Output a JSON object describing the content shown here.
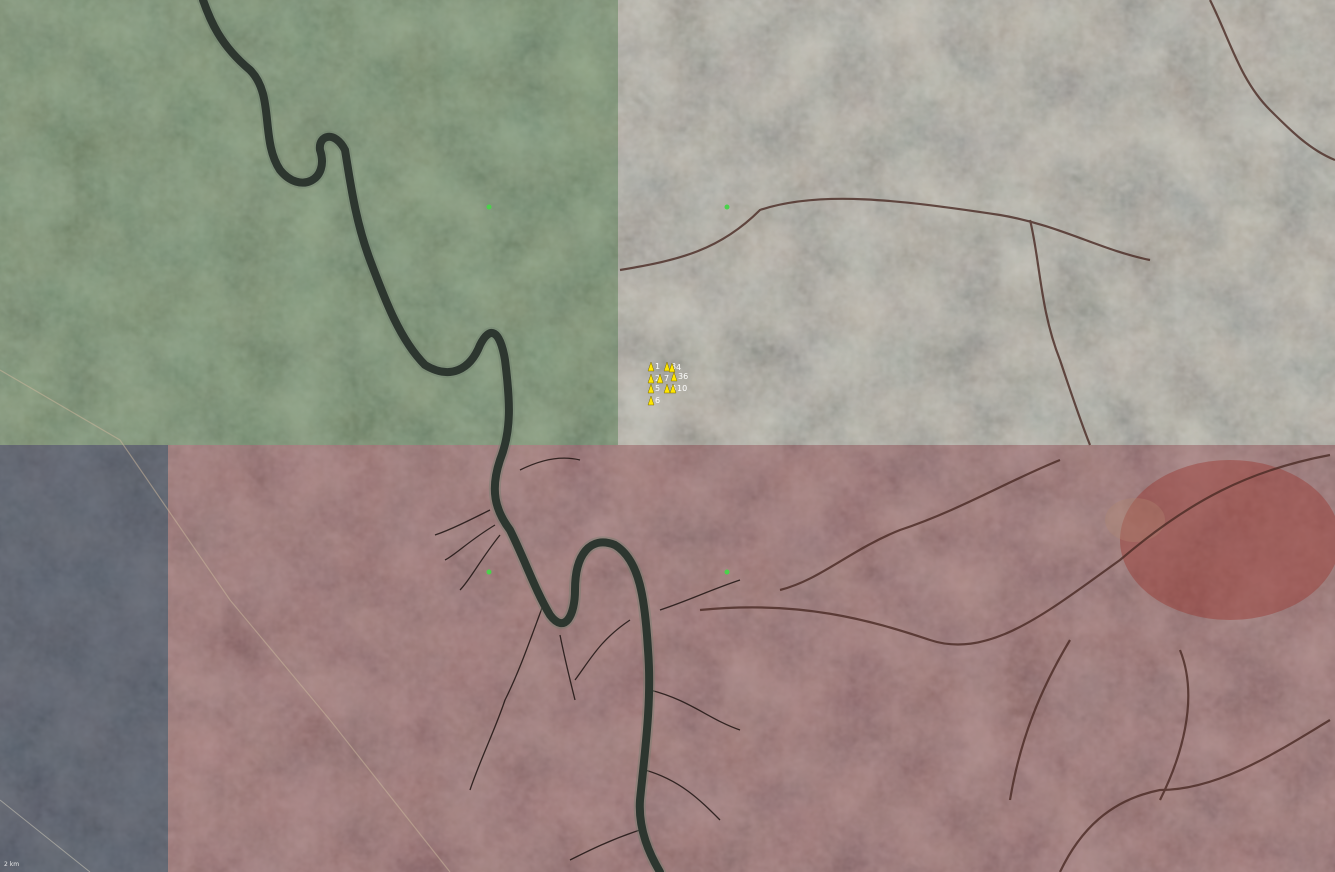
{
  "map": {
    "view": "satellite imagery",
    "overlay_colors": {
      "top_left": "#2f5a32",
      "top_right": "#6b6d73",
      "bottom_left": "#1f2a44",
      "bottom_right": "#6a2536"
    },
    "markers": [
      {
        "label": "1",
        "color": "#ffe600"
      },
      {
        "label": "3",
        "color": "#ffe600"
      },
      {
        "label": "4",
        "color": "#ffe600"
      },
      {
        "label": "2",
        "color": "#ffe600"
      },
      {
        "label": "7",
        "color": "#ffe600"
      },
      {
        "label": "36",
        "color": "#ffe600"
      },
      {
        "label": "5",
        "color": "#ffe600"
      },
      {
        "label": "8",
        "color": "#ffe600"
      },
      {
        "label": "10",
        "color": "#ffe600"
      },
      {
        "label": "6",
        "color": "#ffe600"
      }
    ],
    "scale_text": "2 km"
  }
}
